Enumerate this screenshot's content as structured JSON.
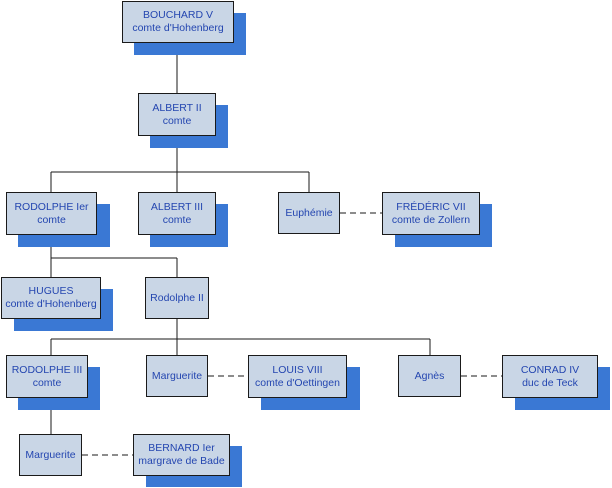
{
  "colors": {
    "box_fill": "#c9d6e6",
    "box_border": "#1a1a1a",
    "shadow": "#3a78d4",
    "text": "#2446b0",
    "line": "#1a1a1a"
  },
  "nodes": {
    "bouchard": {
      "line1": "BOUCHARD V",
      "line2": "comte d'Hohenberg"
    },
    "albert2": {
      "line1": "ALBERT II",
      "line2": "comte"
    },
    "rodolphe1": {
      "line1": "RODOLPHE Ier",
      "line2": "comte"
    },
    "albert3": {
      "line1": "ALBERT III",
      "line2": "comte"
    },
    "euphemie": {
      "line1": "Euphémie"
    },
    "frederic7": {
      "line1": "FRÉDÉRIC VII",
      "line2": "comte de Zollern"
    },
    "hugues": {
      "line1": "HUGUES",
      "line2": "comte d'Hohenberg"
    },
    "rodolphe2": {
      "line1": "Rodolphe II"
    },
    "rodolphe3": {
      "line1": "RODOLPHE III",
      "line2": "comte"
    },
    "marguerite1": {
      "line1": "Marguerite"
    },
    "louis8": {
      "line1": "LOUIS VIII",
      "line2": "comte d'Oettingen"
    },
    "agnes": {
      "line1": "Agnès"
    },
    "conrad4": {
      "line1": "CONRAD IV",
      "line2": "duc de Teck"
    },
    "marguerite2": {
      "line1": "Marguerite"
    },
    "bernard1": {
      "line1": "BERNARD Ier",
      "line2": "margrave de Bade"
    }
  }
}
